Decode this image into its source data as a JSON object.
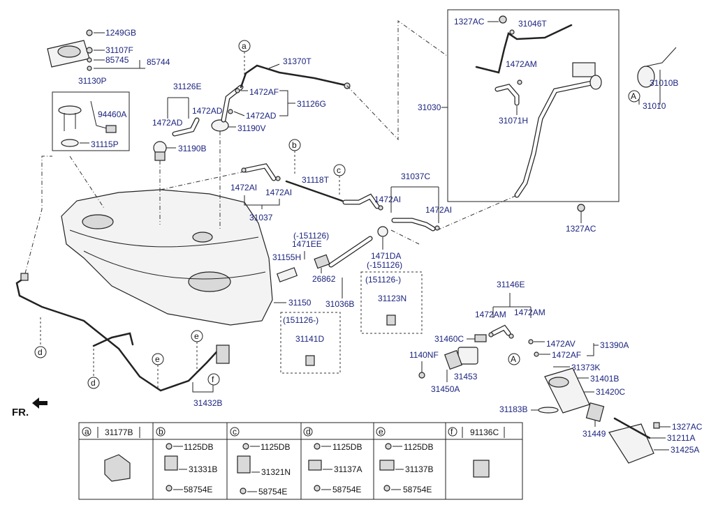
{
  "labels": {
    "l1249GB": "1249GB",
    "l31107F": "31107F",
    "l85745": "85745",
    "l85744": "85744",
    "l31130P": "31130P",
    "l94460A": "94460A",
    "l31115P": "31115P",
    "l31126E": "31126E",
    "l1472AD_a": "1472AD",
    "l1472AD_b": "1472AD",
    "l1472AD_c": "1472AD",
    "l1472AF_a": "1472AF",
    "l31126G": "31126G",
    "l31190V": "31190V",
    "l31190B": "31190B",
    "l31370T": "31370T",
    "l31118T": "31118T",
    "l1472AI_a": "1472AI",
    "l1472AI_b": "1472AI",
    "l1472AI_c": "1472AI",
    "l1472AI_d": "1472AI",
    "l31037": "31037",
    "l31037C": "31037C",
    "l_151126a": "(-151126)",
    "l1471EE": "1471EE",
    "l31155H": "31155H",
    "l26862": "26862",
    "l1471DA": "1471DA",
    "l_151126b": "(-151126)",
    "l151126c": "(151126-)",
    "l31123N": "31123N",
    "l31036B": "31036B",
    "l31150": "31150",
    "l151126d": "(151126-)",
    "l31141D": "31141D",
    "l1327AC_a": "1327AC",
    "l31046T": "31046T",
    "l1472AM_a": "1472AM",
    "l31030": "31030",
    "l31071H": "31071H",
    "l31010B": "31010B",
    "l31010": "31010",
    "l1327AC_b": "1327AC",
    "l31146E": "31146E",
    "l1472AM_b": "1472AM",
    "l1472AM_c": "1472AM",
    "l31460C": "31460C",
    "l1472AV": "1472AV",
    "l31390A": "31390A",
    "l1472AF_b": "1472AF",
    "l1140NF": "1140NF",
    "l31453": "31453",
    "l31373K": "31373K",
    "l31401B": "31401B",
    "l31450A": "31450A",
    "l31420C": "31420C",
    "l31183B": "31183B",
    "l31449": "31449",
    "l1327AC_c": "1327AC",
    "l31211A": "31211A",
    "l31425A": "31425A",
    "l31432B": "31432B",
    "fr": "FR."
  },
  "callouts": {
    "a_top": "a",
    "b_top": "b",
    "c_top": "c",
    "d_left": "d",
    "d_bot": "d",
    "e_right": "e",
    "e_mid": "e",
    "f_mid": "f",
    "A_right": "A",
    "A_mid": "A"
  },
  "legend": [
    {
      "key": "a",
      "parts": [
        "31177B"
      ]
    },
    {
      "key": "b",
      "parts": [
        "1125DB",
        "31331B",
        "58754E"
      ]
    },
    {
      "key": "c",
      "parts": [
        "1125DB",
        "31321N",
        "58754E"
      ]
    },
    {
      "key": "d",
      "parts": [
        "1125DB",
        "31137A",
        "58754E"
      ]
    },
    {
      "key": "e",
      "parts": [
        "1125DB",
        "31137B",
        "58754E"
      ]
    },
    {
      "key": "f",
      "parts": [
        "91136C"
      ]
    }
  ]
}
